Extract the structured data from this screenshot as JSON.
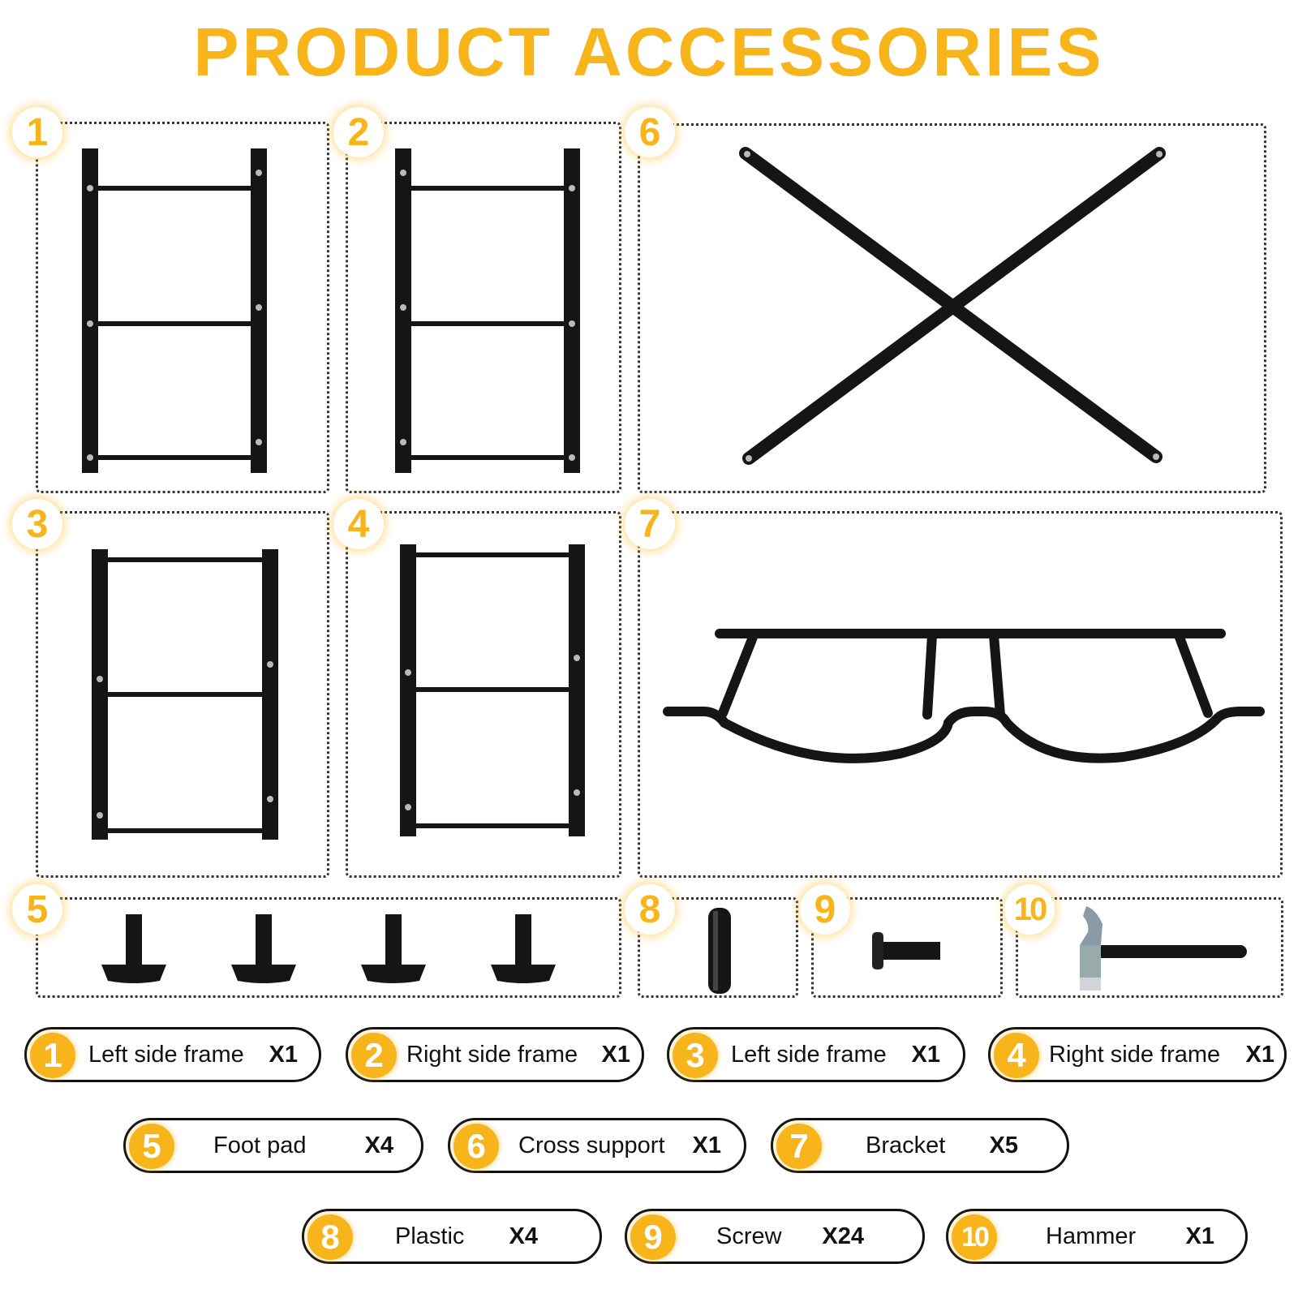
{
  "title": "PRODUCT ACCESSORIES",
  "colors": {
    "accent": "#f8b41b",
    "metal": "#151515",
    "border": "#333333"
  },
  "panels": [
    {
      "number": "1",
      "icon": "ladder-frame-icon"
    },
    {
      "number": "2",
      "icon": "ladder-frame-icon"
    },
    {
      "number": "6",
      "icon": "cross-support-icon"
    },
    {
      "number": "3",
      "icon": "ladder-frame-icon"
    },
    {
      "number": "4",
      "icon": "ladder-frame-icon"
    },
    {
      "number": "7",
      "icon": "bracket-icon"
    },
    {
      "number": "5",
      "icon": "foot-pad-icon"
    },
    {
      "number": "8",
      "icon": "plastic-icon"
    },
    {
      "number": "9",
      "icon": "screw-icon"
    },
    {
      "number": "10",
      "icon": "hammer-icon"
    }
  ],
  "parts": [
    {
      "number": "1",
      "name": "Left side frame",
      "qty": "X1"
    },
    {
      "number": "2",
      "name": "Right side frame",
      "qty": "X1"
    },
    {
      "number": "3",
      "name": "Left side frame",
      "qty": "X1"
    },
    {
      "number": "4",
      "name": "Right side frame",
      "qty": "X1"
    },
    {
      "number": "5",
      "name": "Foot pad",
      "qty": "X4"
    },
    {
      "number": "6",
      "name": "Cross support",
      "qty": "X1"
    },
    {
      "number": "7",
      "name": "Bracket",
      "qty": "X5"
    },
    {
      "number": "8",
      "name": "Plastic",
      "qty": "X4"
    },
    {
      "number": "9",
      "name": "Screw",
      "qty": "X24"
    },
    {
      "number": "10",
      "name": "Hammer",
      "qty": "X1"
    }
  ]
}
